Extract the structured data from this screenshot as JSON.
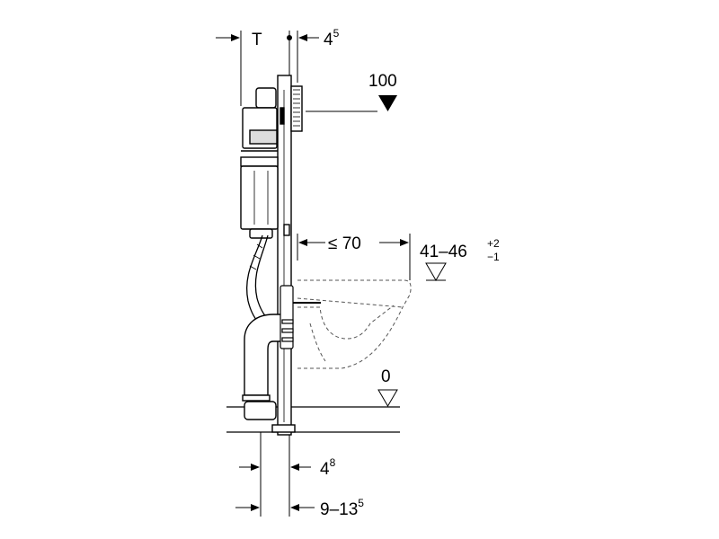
{
  "dimensions": {
    "top_frame": {
      "main": "T"
    },
    "top_offset": {
      "main": "4",
      "sup": "5"
    },
    "flush_height": {
      "main": "100"
    },
    "distance": {
      "main": "≤ 70"
    },
    "seat_height": {
      "main": "41–46",
      "sup": "+2",
      "sub": "−1"
    },
    "floor": {
      "main": "0"
    },
    "bottom_offset": {
      "main": "4",
      "sup": "8"
    },
    "wall_depth": {
      "main": "9–13",
      "sup": "5"
    }
  },
  "colors": {
    "line": "#000000",
    "fill": "#ffffff",
    "dashed": "#555555"
  }
}
